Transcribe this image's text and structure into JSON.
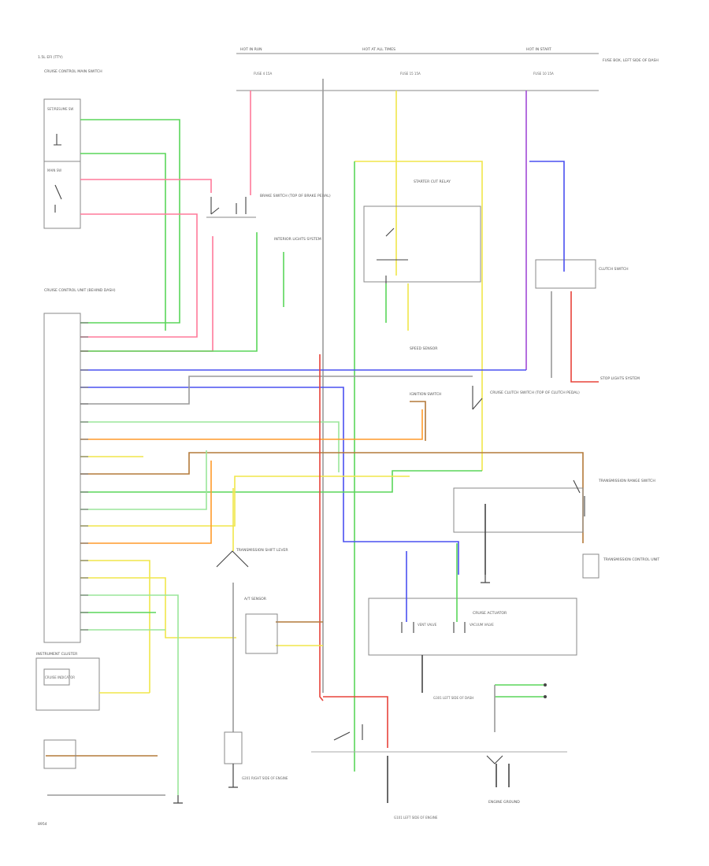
{
  "header": {
    "system_label": "1.5L EFI (TTY)",
    "bus_hot_in_run": "HOT IN RUN",
    "bus_hot_at_all_times": "HOT AT ALL TIMES",
    "bus_hot_in_start": "HOT IN START",
    "fuse_box_label": "FUSE BOX, LEFT SIDE OF DASH",
    "fuse_1": "FUSE 4 15A",
    "fuse_2": "FUSE 15 15A",
    "fuse_3": "FUSE 10 15A"
  },
  "labels": {
    "cruise_switch_unit": "CRUISE CONTROL MAIN SWITCH",
    "cruise_switch_a": "SET/RESUME SW",
    "cruise_switch_b": "MAIN SW",
    "cruise_control_unit": "CRUISE CONTROL UNIT (BEHIND DASH)",
    "brake_switch": "BRAKE SWITCH (TOP OF BRAKE PEDAL)",
    "interior_lights": "INTERIOR LIGHTS SYSTEM",
    "stop_lights": "STOP LIGHTS SYSTEM",
    "starter_cut_relay": "STARTER CUT RELAY",
    "speed_sensor": "SPEED SENSOR",
    "clutch_switch": "CLUTCH SWITCH",
    "ignition_switch": "IGNITION SWITCH",
    "cruise_clutch_switch": "CRUISE CLUTCH SWITCH (TOP OF CLUTCH PEDAL)",
    "transmission_range_switch": "TRANSMISSION RANGE SWITCH",
    "transmission_control_unit": "TRANSMISSION CONTROL UNIT",
    "engine_ground": "ENGINE GROUND",
    "instrument_cluster": "INSTRUMENT CLUSTER",
    "cruise_indicator": "CRUISE INDICATOR",
    "actuator": "CRUISE ACTUATOR",
    "vent_valve": "VENT VALVE",
    "vacuum_valve": "VACUUM VALVE",
    "a_t_sensor": "A/T SENSOR",
    "ground_1": "G101 LEFT SIDE OF ENGINE",
    "ground_2": "G201 RIGHT SIDE OF ENGINE",
    "ground_3": "G301 LEFT SIDE OF DASH",
    "transmission_shift": "TRANSMISSION SHIFT LEVER",
    "footer_code": "8954"
  },
  "wire_colors": {
    "green": "#5ad65a",
    "pink": "#ff7a9a",
    "red": "#e8433a",
    "blue": "#4a50f0",
    "purple": "#a24ad6",
    "yellow": "#f0e64a",
    "orange": "#ff9a2a",
    "brown": "#b47a3a",
    "light_green": "#9ae69a",
    "gray": "#9a9a9a"
  }
}
